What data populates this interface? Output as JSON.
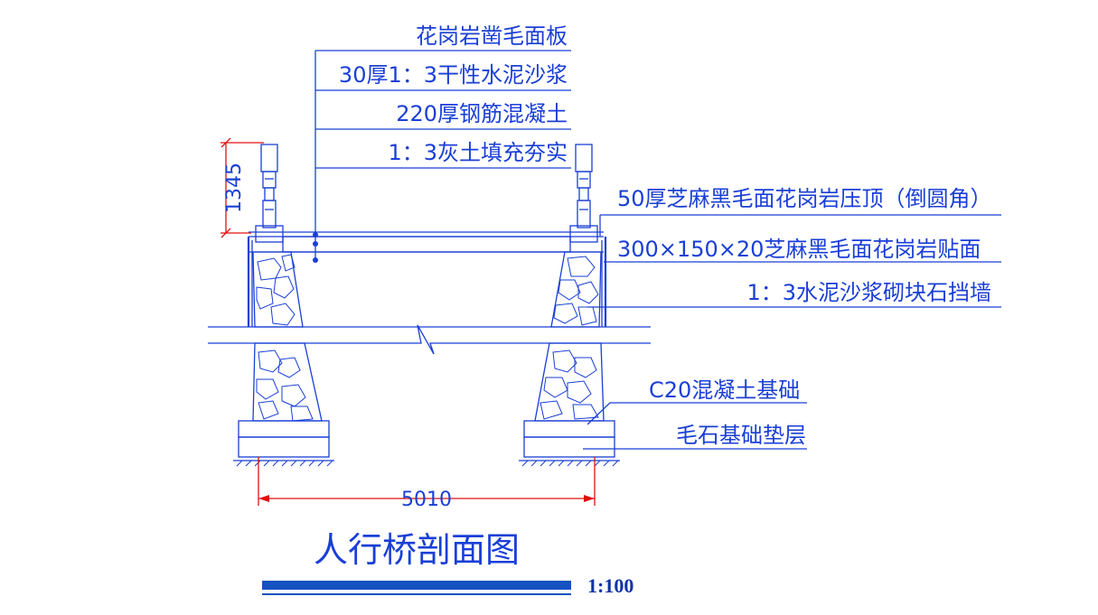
{
  "labels": {
    "top_1": "花岗岩凿毛面板",
    "top_2": "30厚1：3干性水泥沙浆",
    "top_3": "220厚钢筋混凝土",
    "top_4": "1：3灰土填充夯实",
    "right_1": "50厚芝麻黑毛面花岗岩压顶（倒圆角）",
    "right_2": "300×150×20芝麻黑毛面花岗岩贴面",
    "right_3": "1：3水泥沙浆砌块石挡墙",
    "right_4": "C20混凝土基础",
    "right_5": "毛石基础垫层"
  },
  "dimensions": {
    "height": "1345",
    "span": "5010"
  },
  "title": "人行桥剖面图",
  "scale": "1:100",
  "colors": {
    "line": "#1a3fd6",
    "dimension": "#e01010",
    "title_bar": "#1552c0",
    "background": "#ffffff"
  }
}
